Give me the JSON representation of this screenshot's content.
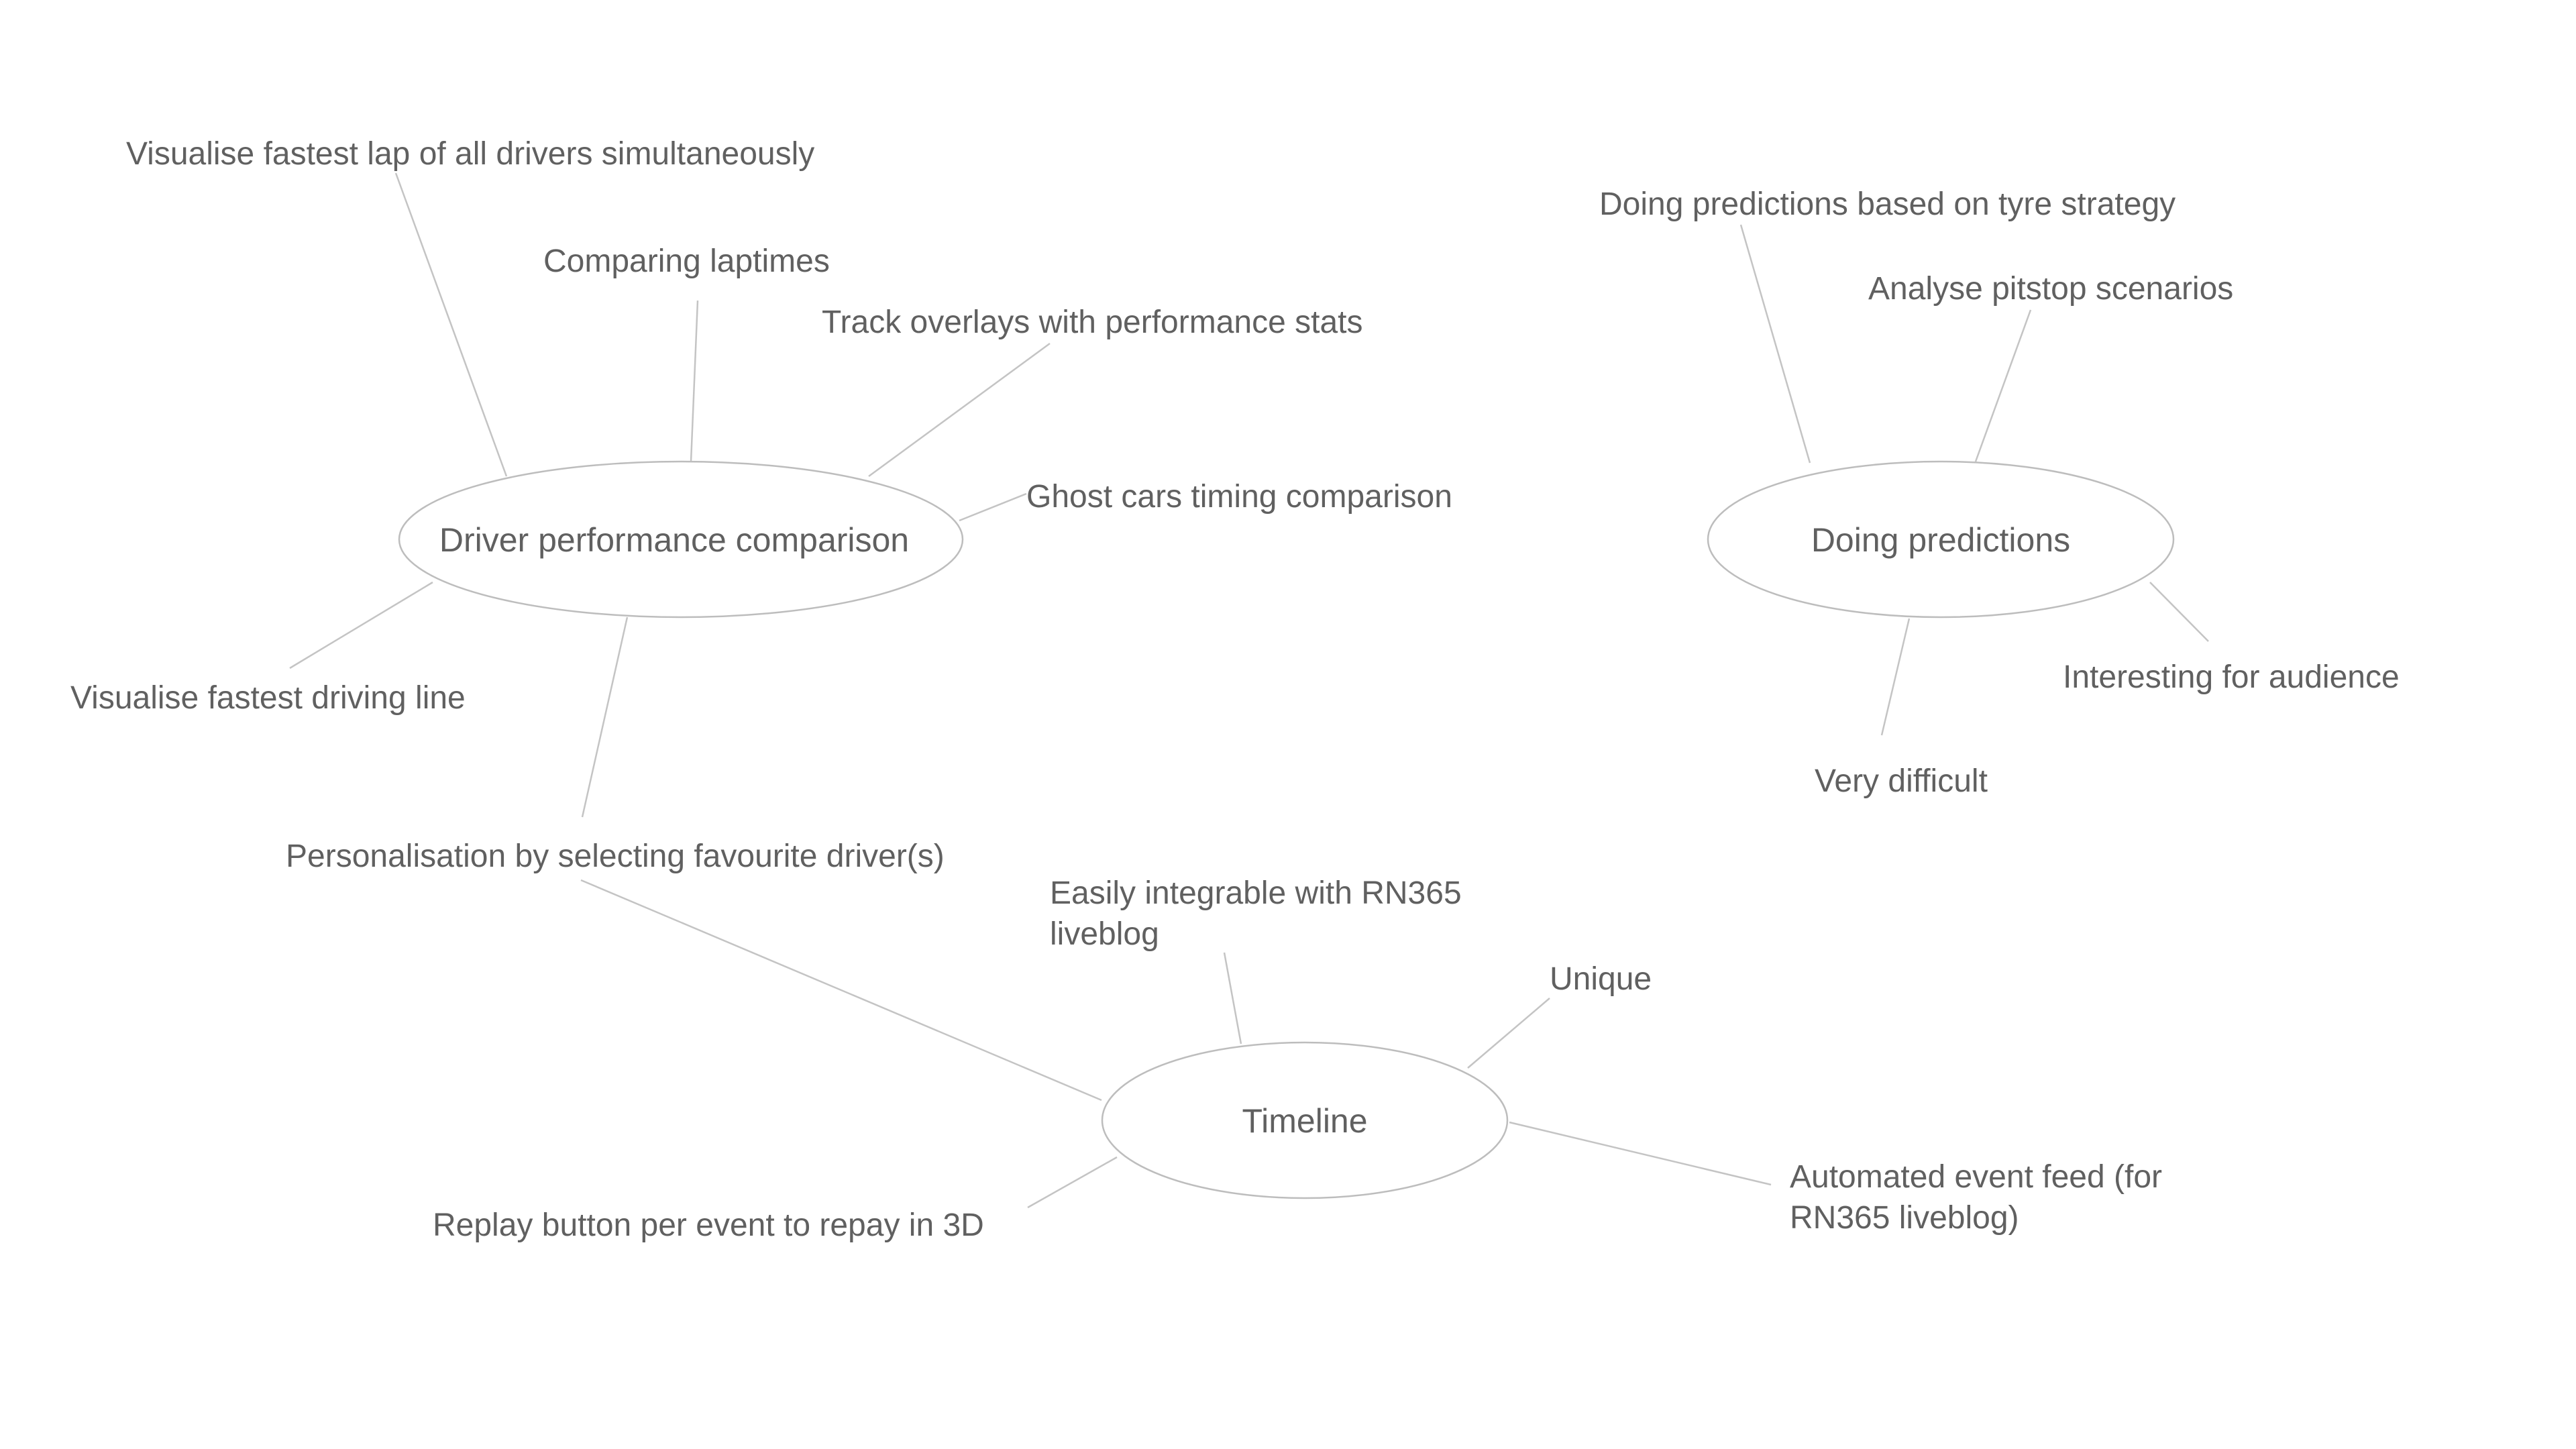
{
  "hubs": {
    "driver": {
      "label": "Driver performance comparison"
    },
    "predictions": {
      "label": "Doing predictions"
    },
    "timeline": {
      "label": "Timeline"
    }
  },
  "branches": {
    "fastest_lap_all": "Visualise fastest lap of all drivers simultaneously",
    "comparing_laptimes": "Comparing laptimes",
    "track_overlays": "Track overlays with performance stats",
    "ghost_cars": "Ghost cars timing comparison",
    "fastest_line": "Visualise fastest driving line",
    "personalisation": "Personalisation by selecting favourite driver(s)",
    "tyre_strategy": "Doing predictions based on tyre strategy",
    "pitstop": "Analyse pitstop scenarios",
    "interesting": "Interesting for audience",
    "very_difficult": "Very difficult",
    "integrable_line1": "Easily integrable with RN365",
    "integrable_line2": "liveblog",
    "unique": "Unique",
    "automated_line1": "Automated event feed (for",
    "automated_line2": "RN365 liveblog)",
    "replay": "Replay button per event to repay in 3D"
  }
}
